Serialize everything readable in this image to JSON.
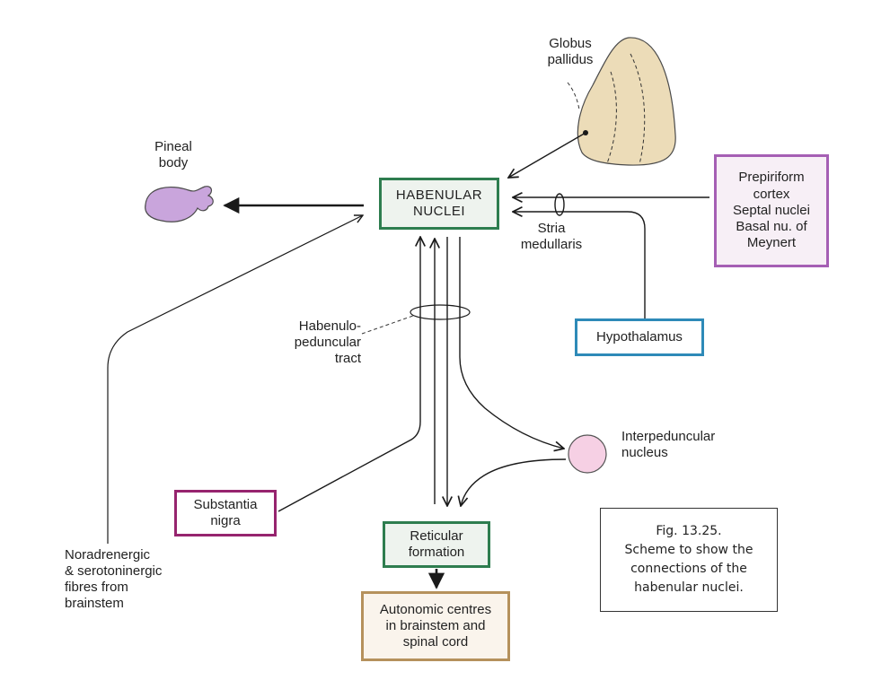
{
  "nodes": {
    "habenular_nuclei": {
      "lines": [
        "HABENULAR",
        "NUCLEI"
      ]
    },
    "reticular_formation": {
      "lines": [
        "Reticular",
        "formation"
      ]
    },
    "autonomic_centres": {
      "lines": [
        "Autonomic centres",
        "in brainstem and",
        "spinal cord"
      ]
    },
    "prepiriform": {
      "lines": [
        "Prepiriform",
        "cortex",
        "Septal nuclei",
        "Basal nu. of",
        "Meynert"
      ]
    },
    "hypothalamus": {
      "lines": [
        "Hypothalamus"
      ]
    },
    "substantia_nigra": {
      "lines": [
        "Substantia",
        "nigra"
      ]
    }
  },
  "labels": {
    "globus_pallidus": [
      "Globus",
      "pallidus"
    ],
    "pineal_body": [
      "Pineal",
      "body"
    ],
    "stria_medullaris": [
      "Stria",
      "medullaris"
    ],
    "habenulo_peduncular_tract": [
      "Habenulo-",
      "peduncular",
      "tract"
    ],
    "interpeduncular_nucleus": [
      "Interpeduncular",
      "nucleus"
    ],
    "noradrenergic_fibres": [
      "Noradrenergic",
      "& serotoninergic",
      "fibres from",
      "brainstem"
    ]
  },
  "caption": [
    "Fig. 13.25.",
    "Scheme to show the",
    "connections of the",
    "habenular nuclei."
  ],
  "colors": {
    "green_border": "#2e7d4f",
    "green_fill": "#eef3ee",
    "purple_border": "#a55fb4",
    "purple_fill": "#f7eff6",
    "blue_border": "#2e8ab8",
    "magenta_border": "#96246e",
    "brown_border": "#b5915c",
    "brown_fill": "#faf4ec",
    "pineal_fill": "#c9a5dc",
    "globus_fill": "#ecdcb8",
    "interpeduncular_fill": "#f6d0e4",
    "line": "#1a1a1a"
  }
}
